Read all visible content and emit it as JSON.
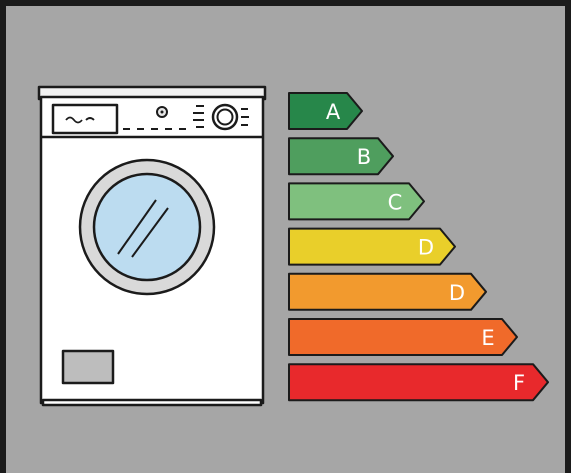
{
  "energy_labels": [
    {
      "grade": "A",
      "color": "#27874a"
    },
    {
      "grade": "B",
      "color": "#4f9e5e"
    },
    {
      "grade": "C",
      "color": "#7fc07e"
    },
    {
      "grade": "D",
      "color": "#e9cf2a"
    },
    {
      "grade": "D",
      "color": "#f29a2e"
    },
    {
      "grade": "E",
      "color": "#f06a2a"
    },
    {
      "grade": "F",
      "color": "#e8292c"
    }
  ]
}
